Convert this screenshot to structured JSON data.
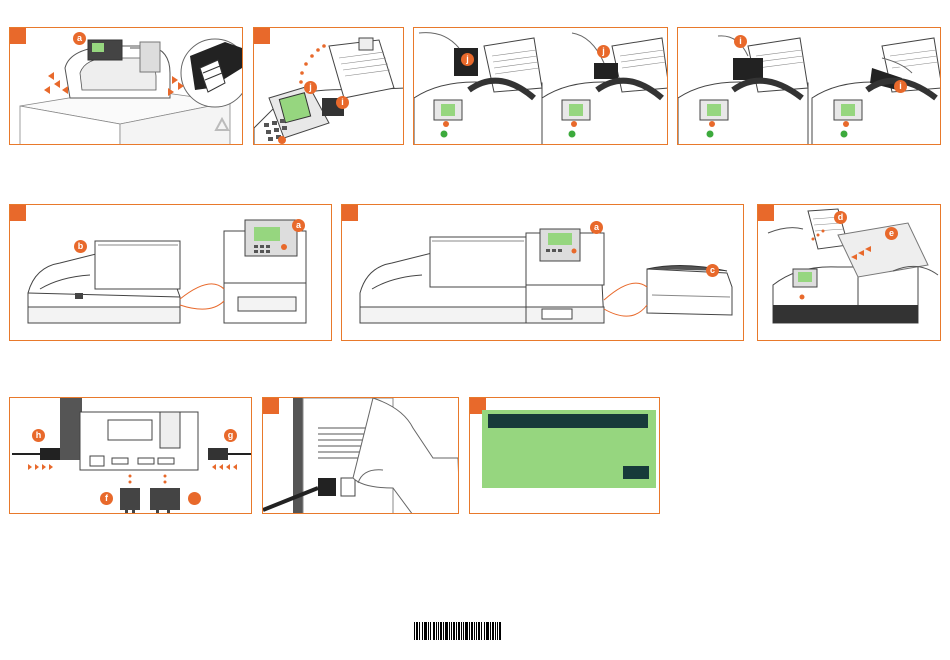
{
  "callouts": {
    "a": "a",
    "b": "b",
    "c": "c",
    "d": "d",
    "e": "e",
    "f": "f",
    "g": "g",
    "h": "h",
    "i": "i",
    "j": "j"
  },
  "colors": {
    "accent": "#e8692b",
    "lcd_green": "#96d67f",
    "lcd_dark": "#173a3a",
    "line": "#555555"
  },
  "icons": [
    "recycle-icon",
    "power-plug-icon",
    "serial-connector-icon",
    "barcode-graphic"
  ]
}
